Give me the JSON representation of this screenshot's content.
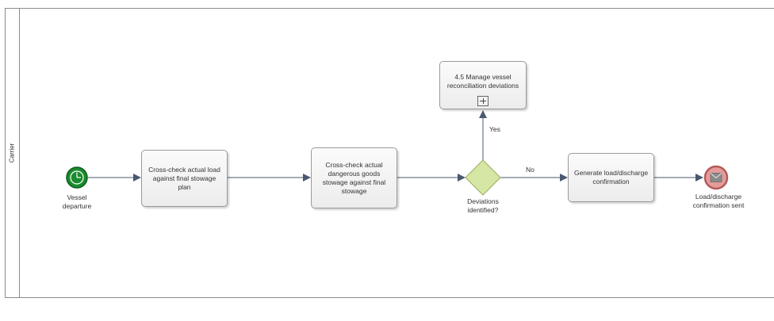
{
  "lane": {
    "label": "Carrier"
  },
  "events": {
    "start": {
      "label_line1": "Vessel",
      "label_line2": "departure",
      "icon": "timer-icon",
      "color": "#1a8c2e"
    },
    "end": {
      "label_line1": "Load/discharge",
      "label_line2": "confirmation sent",
      "icon": "envelope-icon",
      "color": "#e49b9b"
    }
  },
  "tasks": {
    "crosscheck_load": "Cross-check actual load against final stowage plan",
    "crosscheck_dg": "Cross-check actual dangerous goods stowage against final stowage",
    "manage_deviations": "4.5 Manage vessel reconciliation deviations",
    "generate_confirmation": "Generate load/discharge confirmation"
  },
  "gateway": {
    "label_line1": "Deviations",
    "label_line2": "identified?",
    "color": "#d6e6a5"
  },
  "flows": {
    "yes": "Yes",
    "no": "No"
  }
}
